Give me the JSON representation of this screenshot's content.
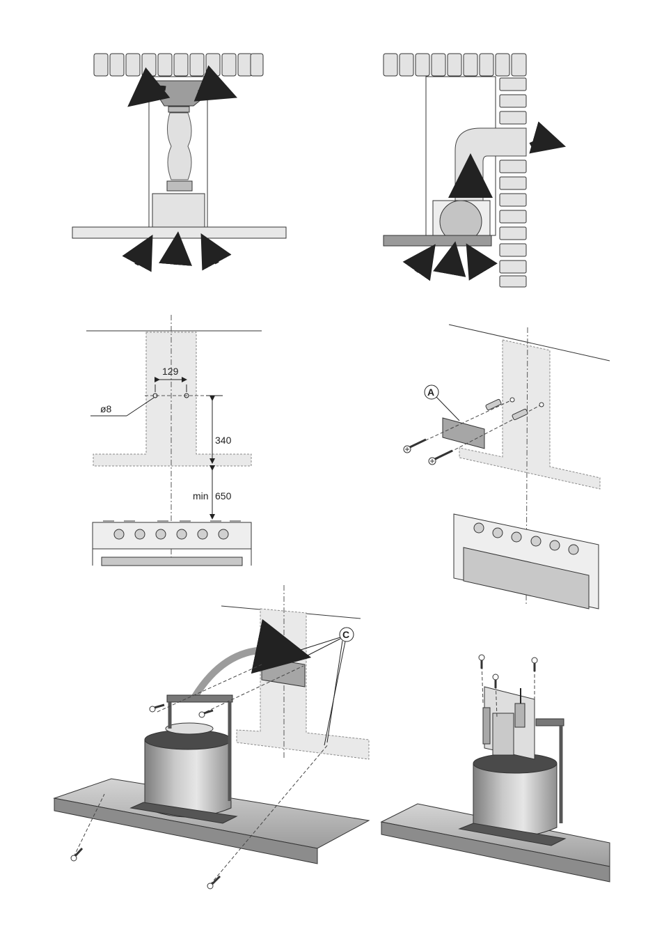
{
  "dimensions": {
    "hole_spacing": "129",
    "hole_diameter": "ø8",
    "bracket_height": "340",
    "min_label": "min",
    "min_clearance": "650"
  },
  "callouts": {
    "bracket_letter": "A",
    "fixing_letter": "C"
  },
  "colors": {
    "line": "#333333",
    "light_fill": "#e6e6e6",
    "mid_fill": "#bdbdbd",
    "dark_fill": "#8a8a8a",
    "arrow": "#2b2b2b"
  }
}
